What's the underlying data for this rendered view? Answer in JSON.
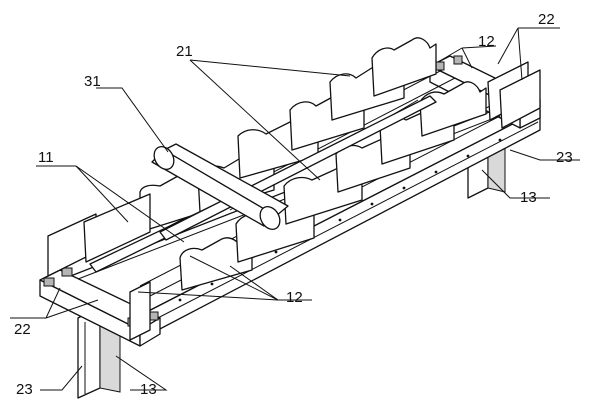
{
  "figure": {
    "labels": {
      "conveyor_arm_21": "21",
      "guide_plate_22_top": "22",
      "roller_31": "31",
      "bearing_block_12_top": "12",
      "side_frame_11": "11",
      "support_23_right": "23",
      "leg_13_right": "13",
      "bearing_block_12_bottom": "12",
      "guide_plate_22_bottom": "22",
      "support_23_left": "23",
      "leg_13_left": "13"
    }
  }
}
